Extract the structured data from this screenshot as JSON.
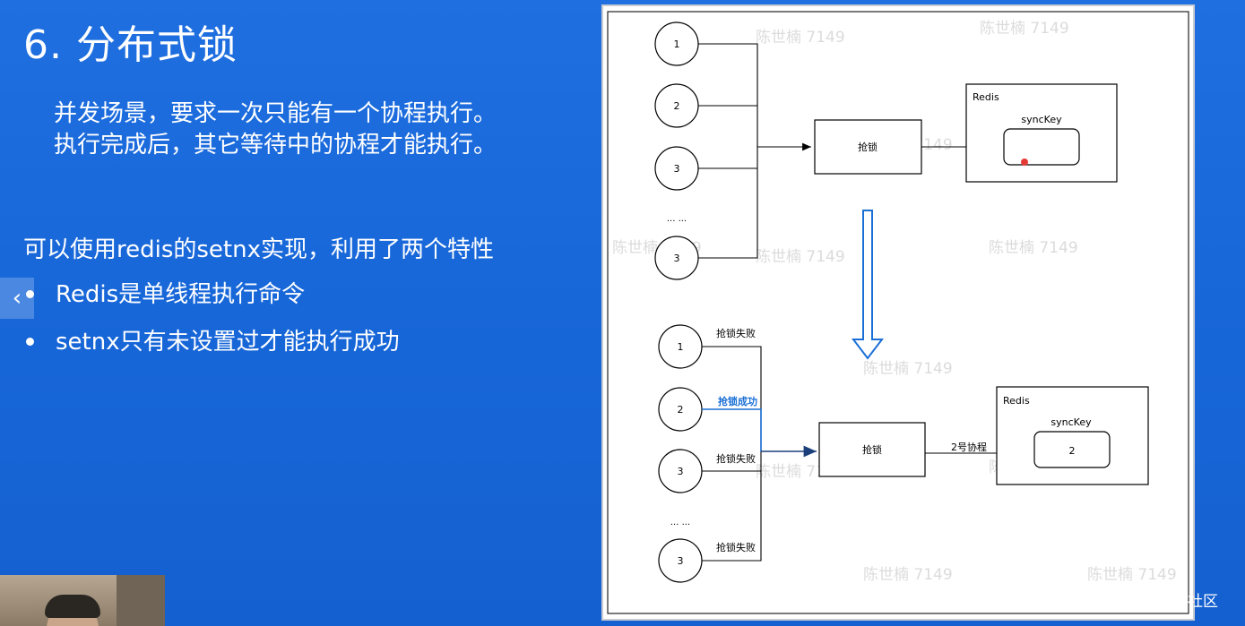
{
  "slide": {
    "title": "6. 分布式锁",
    "intro_line1": "并发场景，要求一次只能有一个协程执行。",
    "intro_line2": "执行完成后，其它等待中的协程才能执行。",
    "subhead": "可以使用redis的setnx实现，利用了两个特性",
    "bullets": [
      "Redis是单线程执行命令",
      "setnx只有未设置过才能执行成功"
    ],
    "prev_icon": "chevron-left-icon"
  },
  "diagram": {
    "top": {
      "nodes": [
        "1",
        "2",
        "3",
        "... ...",
        "3"
      ],
      "lock_box": "抢锁",
      "redis_label": "Redis",
      "key_label": "syncKey"
    },
    "bottom": {
      "nodes": [
        "1",
        "2",
        "3",
        "... ...",
        "3"
      ],
      "edge_labels": [
        "抢锁失败",
        "抢锁成功",
        "抢锁失败",
        "抢锁失败"
      ],
      "lock_box": "抢锁",
      "arrow_label": "2号协程",
      "redis_label": "Redis",
      "key_label": "syncKey",
      "key_value": "2"
    },
    "colors": {
      "success": "#1a6fd6",
      "cursor_dot": "#e53935"
    }
  },
  "watermark": "陈世楠 7149",
  "footer": "@稀土掘金技术社区"
}
